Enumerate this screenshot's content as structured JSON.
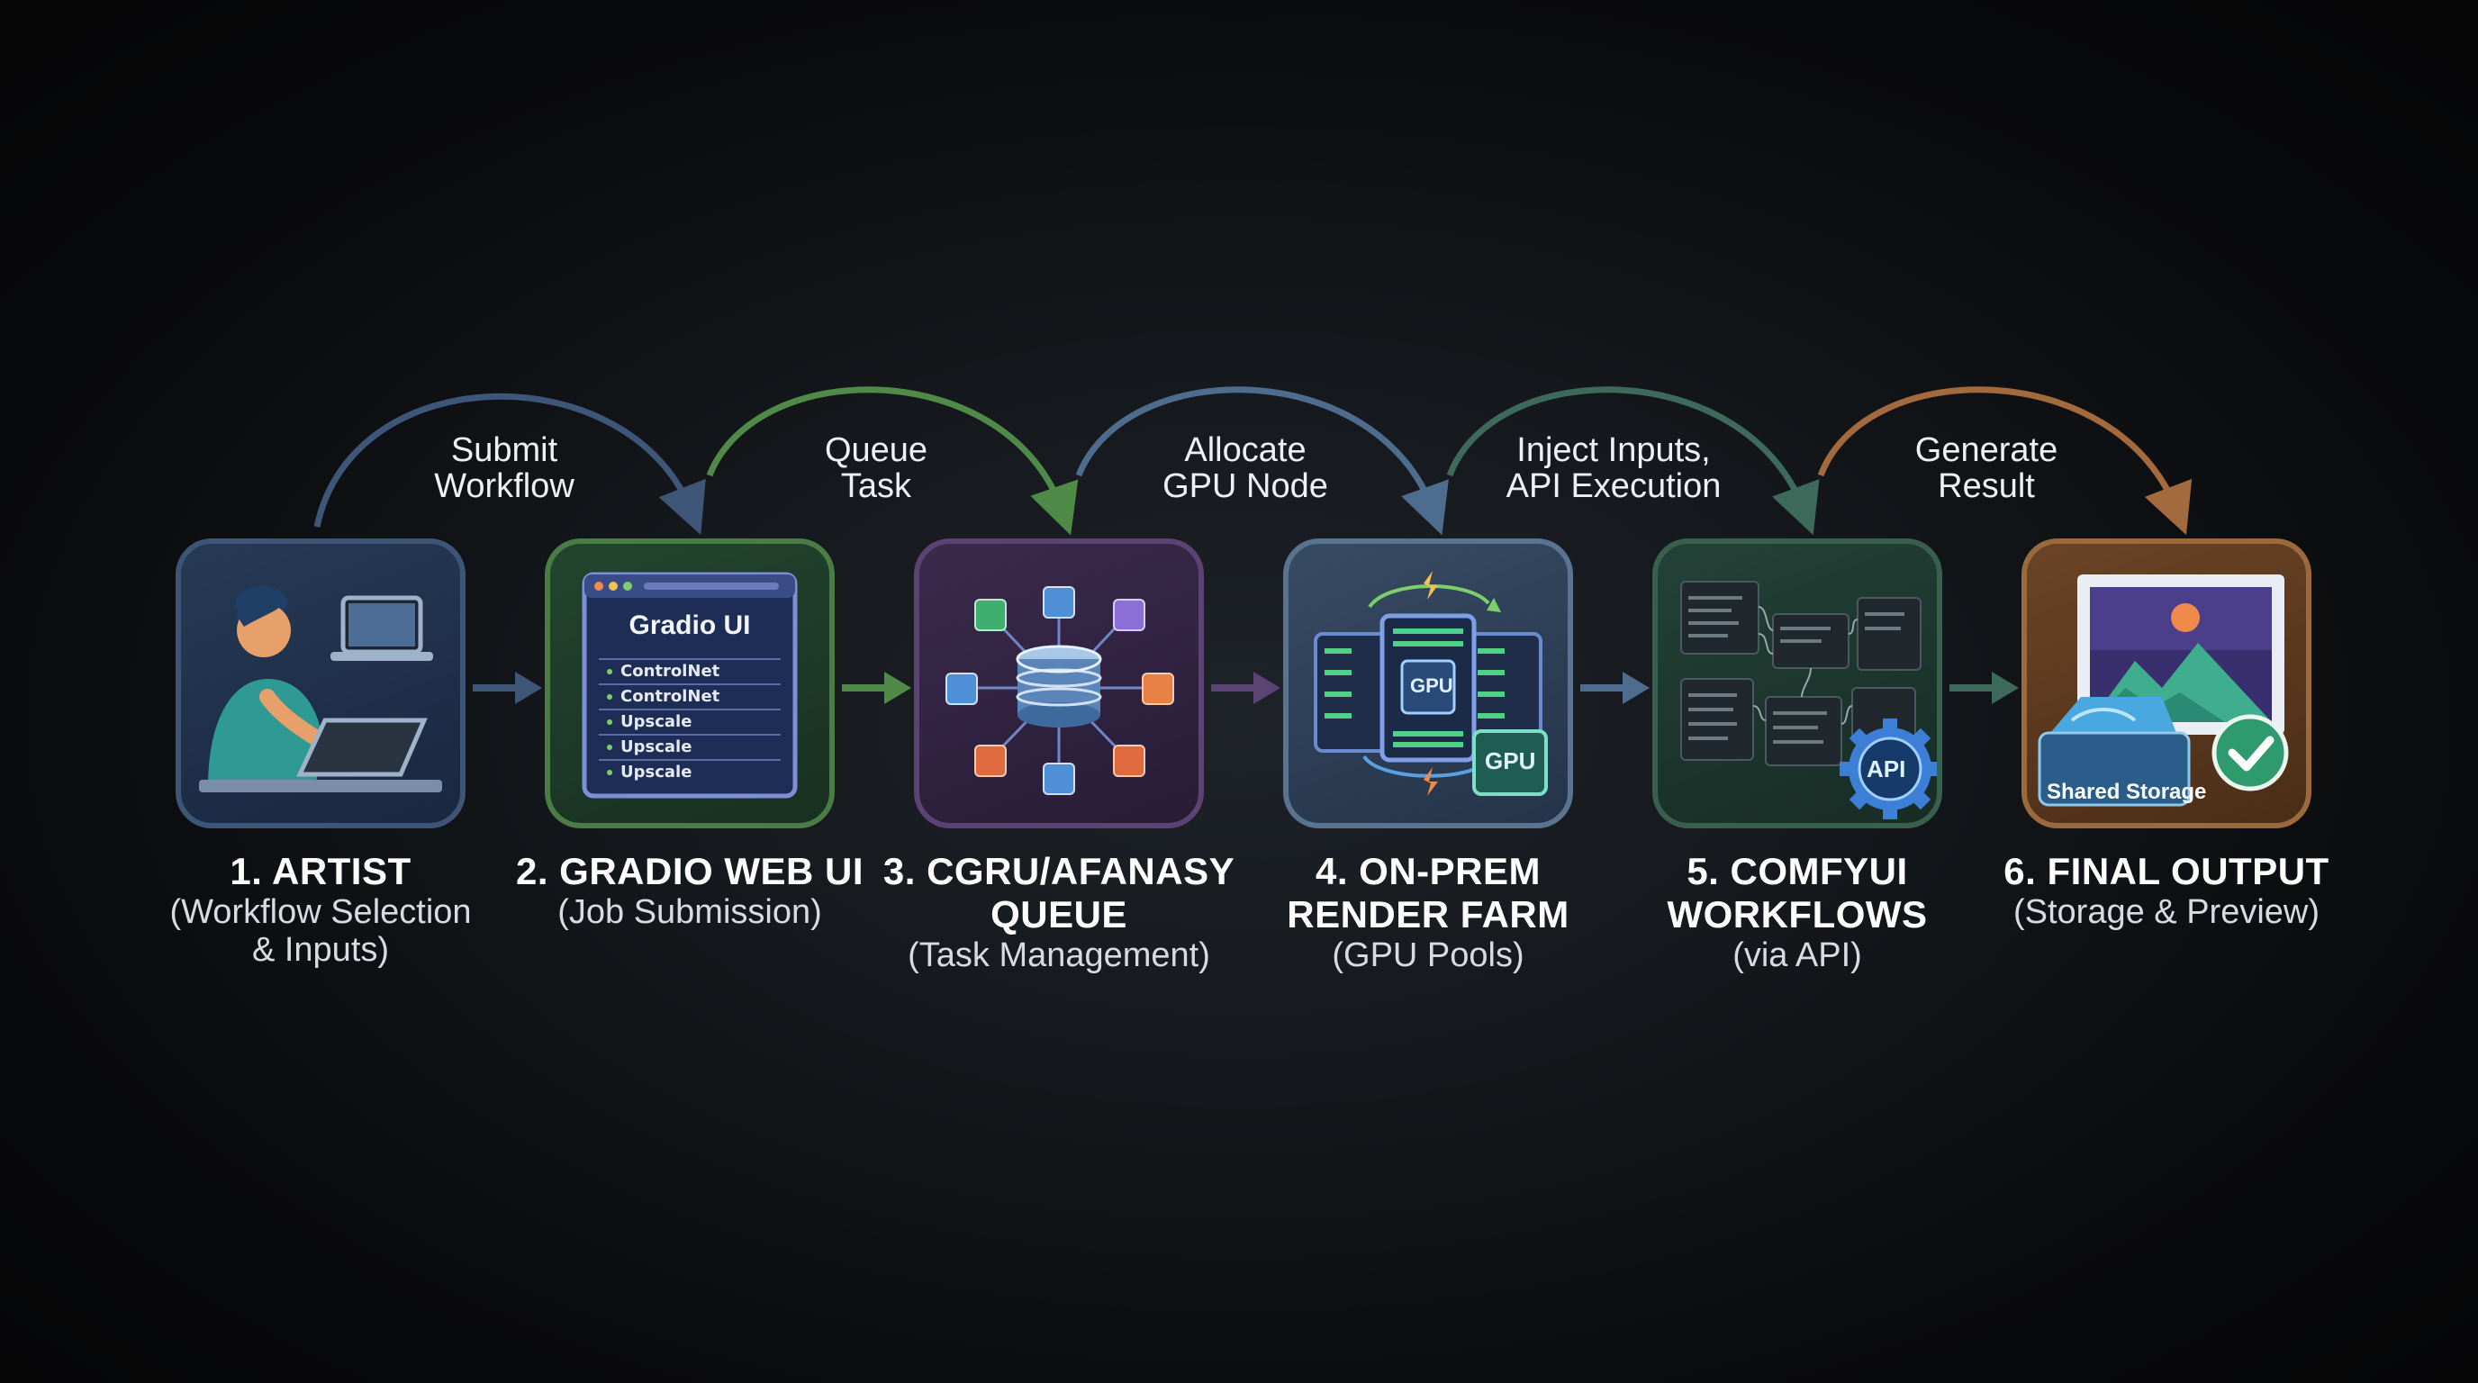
{
  "colors": {
    "background": "#0d0f12",
    "artist": "#3d5678",
    "gradio": "#4a7d45",
    "queue": "#5b4373",
    "farm": "#5a7390",
    "comfy": "#39604f",
    "output": "#9a6a3c"
  },
  "transitions": [
    {
      "line1": "Submit",
      "line2": "Workflow",
      "color": "#3e5678"
    },
    {
      "line1": "Queue",
      "line2": "Task",
      "color": "#4f8a48"
    },
    {
      "line1": "Allocate",
      "line2": "GPU Node",
      "color": "#4e6d8e"
    },
    {
      "line1": "Inject Inputs,",
      "line2": "API Execution",
      "color": "#3d6a5a"
    },
    {
      "line1": "Generate",
      "line2": "Result",
      "color": "#a36a3d"
    }
  ],
  "stages": [
    {
      "title1": "1. ARTIST",
      "title2": "",
      "sub1": "(Workflow Selection",
      "sub2": "& Inputs)",
      "icon": "artist-drawing-icon"
    },
    {
      "title1": "2. GRADIO WEB UI",
      "title2": "",
      "sub1": "(Job Submission)",
      "sub2": "",
      "icon": "web-window-icon",
      "ui_title": "Gradio UI",
      "ui_items": [
        "ControlNet",
        "ControlNet",
        "Upscale",
        "Upscale",
        "Upscale"
      ]
    },
    {
      "title1": "3. CGRU/AFANASY",
      "title2": "QUEUE",
      "sub1": "(Task Management)",
      "sub2": "",
      "icon": "task-queue-icon"
    },
    {
      "title1": "4. ON-PREM",
      "title2": "RENDER FARM",
      "sub1": "(GPU Pools)",
      "sub2": "",
      "icon": "server-rack-icon",
      "chip1": "GPU",
      "chip2": "GPU"
    },
    {
      "title1": "5. COMFYUI",
      "title2": "WORKFLOWS",
      "sub1": "(via API)",
      "sub2": "",
      "icon": "node-graph-icon",
      "badge": "API"
    },
    {
      "title1": "6. FINAL OUTPUT",
      "title2": "",
      "sub1": "(Storage & Preview)",
      "sub2": "",
      "icon": "image-preview-icon",
      "storage": "Shared Storage"
    }
  ]
}
